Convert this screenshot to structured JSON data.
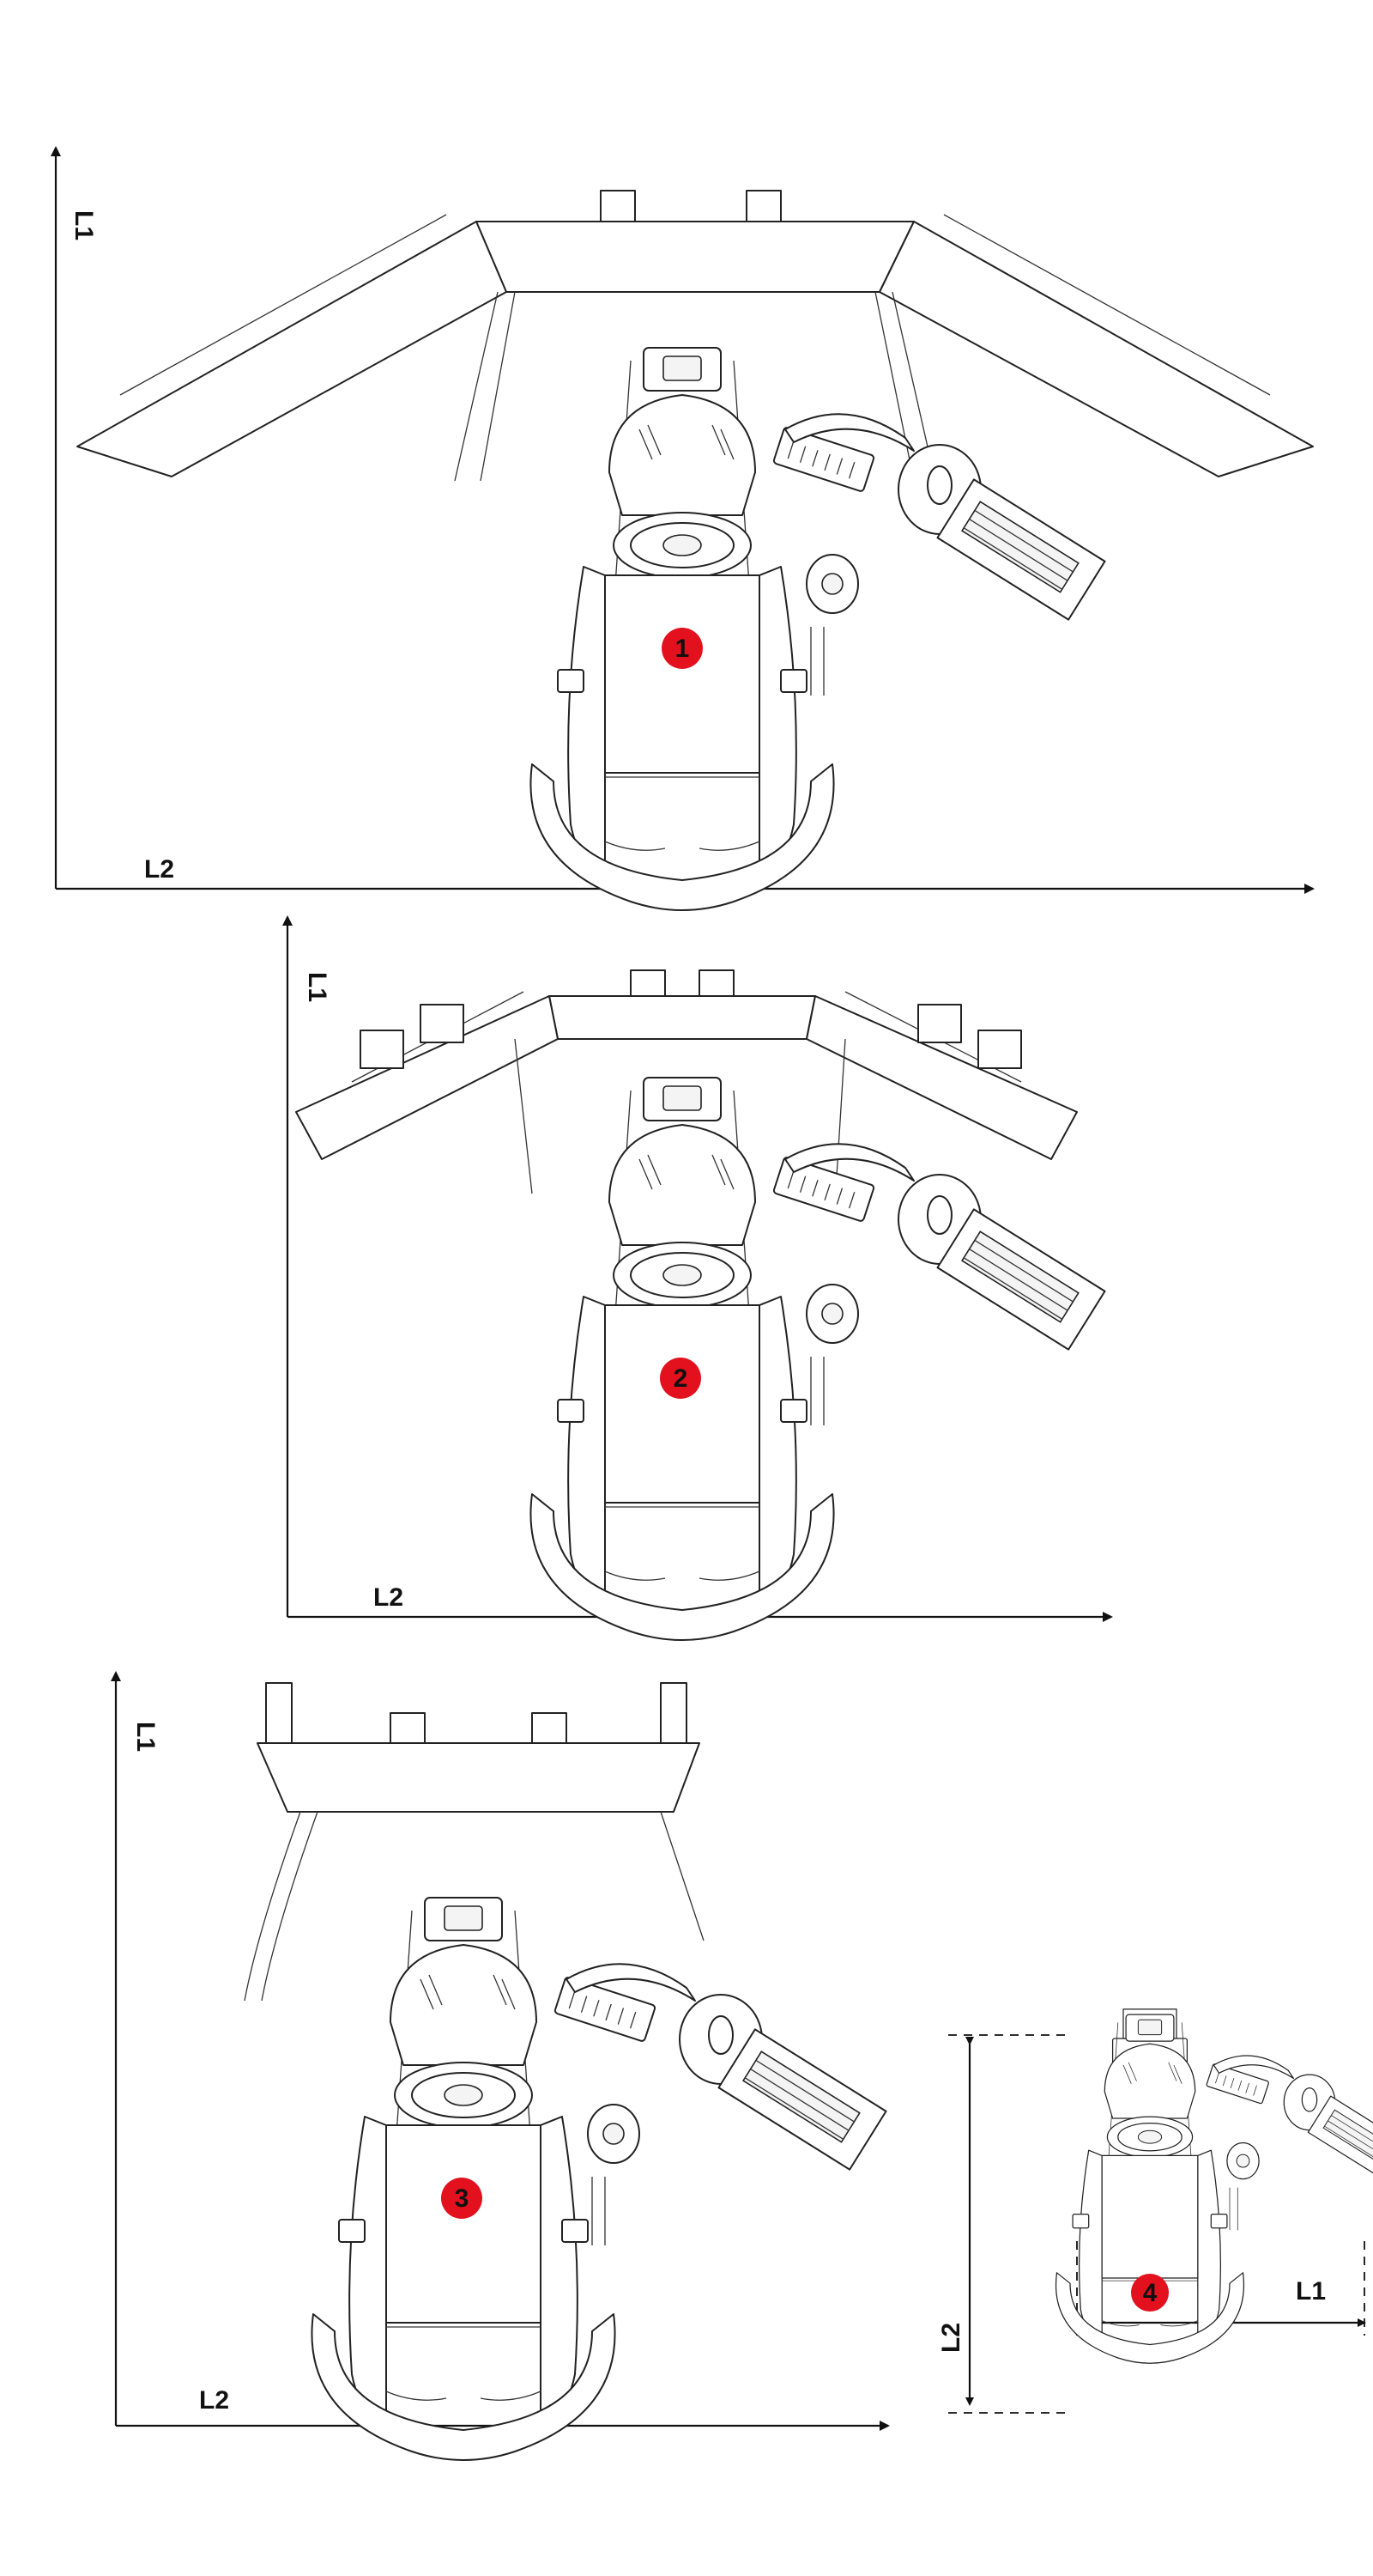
{
  "diagram": {
    "colors": {
      "badge": "#e3101e",
      "line": "#222222",
      "background": "#ffffff"
    },
    "configurations": [
      {
        "id": "1",
        "label_vertical": "L1",
        "label_horizontal": "L2",
        "layout": "triple-monitor-wide"
      },
      {
        "id": "2",
        "label_vertical": "L1",
        "label_horizontal": "L2",
        "layout": "triple-monitor-angled"
      },
      {
        "id": "3",
        "label_vertical": "L1",
        "label_horizontal": "L2",
        "layout": "single-monitor"
      },
      {
        "id": "4",
        "label_vertical": "L2",
        "label_horizontal": "L1",
        "layout": "compact-no-monitor"
      }
    ]
  }
}
